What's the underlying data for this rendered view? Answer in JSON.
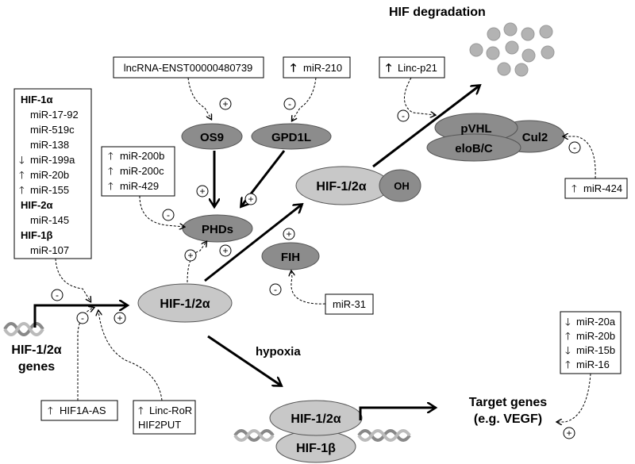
{
  "title": "HIF degradation",
  "nodes": {
    "os9": "OS9",
    "gpd1l": "GPD1L",
    "phds": "PHDs",
    "hif_center": "HIF-1/2α",
    "hif_oh": "HIF-1/2α",
    "oh": "OH",
    "fih": "FIH",
    "pvhl": "pVHL",
    "elob": "eloB/C",
    "cul2": "Cul2",
    "hif_dna": "HIF-1/2α",
    "hif1b": "HIF-1β",
    "genes_line1": "HIF-1/2α",
    "genes_line2": "genes",
    "hypoxia": "hypoxia",
    "target_line1": "Target genes",
    "target_line2": "(e.g. VEGF)"
  },
  "boxes": {
    "lnc_ens": "lncRNA-ENST00000480739",
    "mir210": "miR-210",
    "linc_p21": "Linc-p21",
    "mir424": "miR-424",
    "mir31": "miR-31",
    "hif1a_as": "HIF1A-AS",
    "linc_ror": "Linc-RoR",
    "hif2put": "HIF2PUT",
    "mir200": [
      "miR-200b",
      "miR-200c",
      "miR-429"
    ],
    "target_mirs": [
      "miR-20a",
      "miR-20b",
      "miR-15b",
      "miR-16"
    ]
  },
  "left_list": {
    "hif1a_head": "HIF-1α",
    "hif1a_items": [
      "miR-17-92",
      "miR-519c",
      "miR-138",
      "miR-199a",
      "miR-20b",
      "miR-155"
    ],
    "hif2a_head": "HIF-2α",
    "hif2a_items": [
      "miR-145"
    ],
    "hif1b_head": "HIF-1β",
    "hif1b_items": [
      "miR-107"
    ]
  },
  "signs": {
    "plus": "+",
    "minus": "-"
  },
  "colors": {
    "ellipse_dark": "#8c8c8c",
    "ellipse_light": "#c8c8c8",
    "dot": "#b3b3b3"
  }
}
